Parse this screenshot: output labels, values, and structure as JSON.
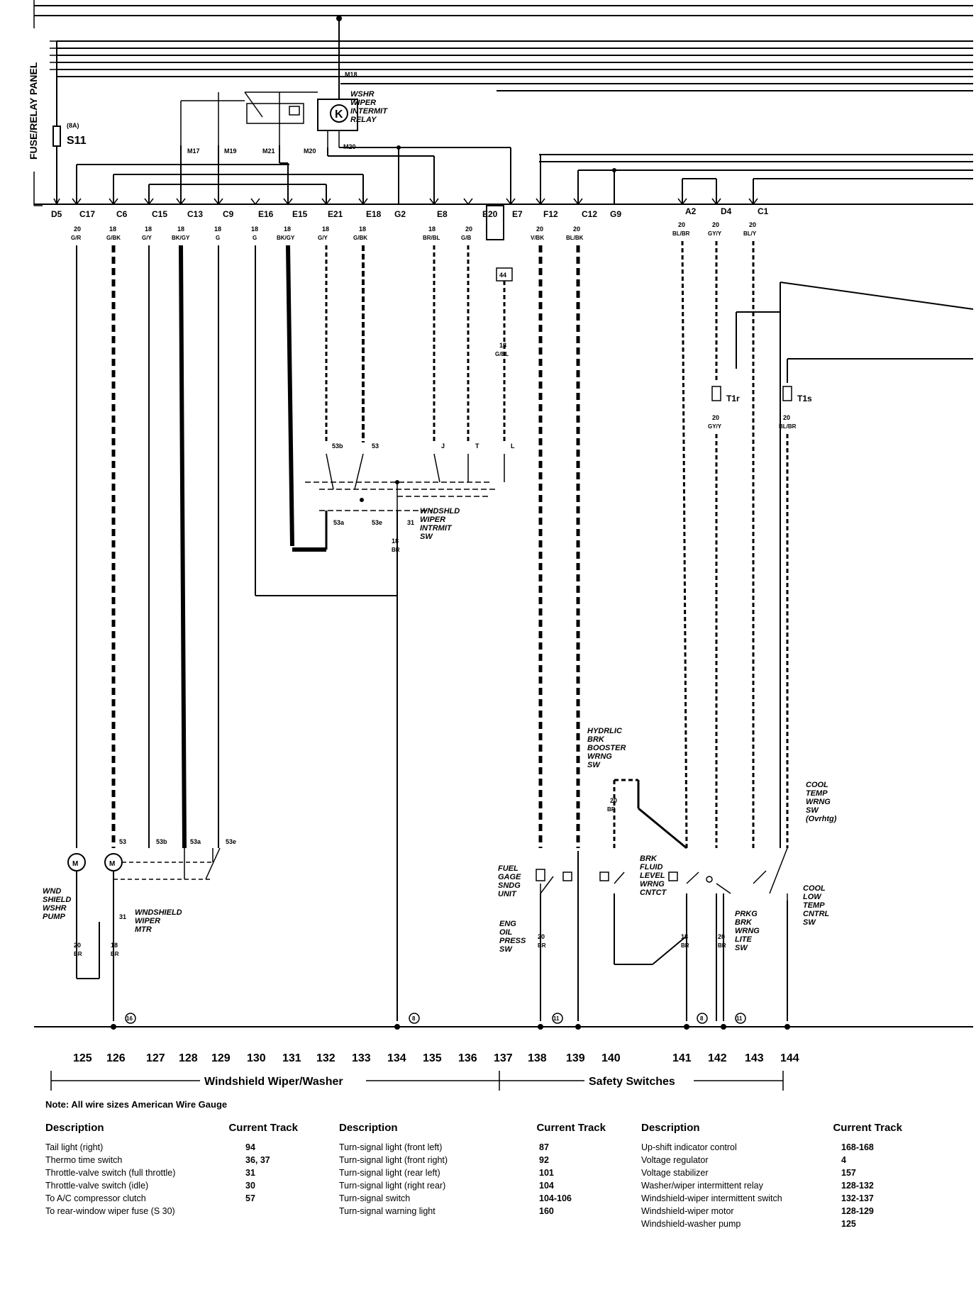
{
  "panel_label": "FUSE/RELAY PANEL",
  "fuse": {
    "rating": "(8A)",
    "name": "S11"
  },
  "relay": {
    "symbol": "K",
    "label_lines": [
      "WSHR",
      "WIPER",
      "INTERMIT",
      "RELAY"
    ],
    "pins": [
      "M18",
      "M17",
      "M19",
      "M21",
      "M20",
      "M20"
    ]
  },
  "connectors": [
    {
      "pin": "D5",
      "gauge": "20",
      "color": "G/R"
    },
    {
      "pin": "C17",
      "gauge": "",
      "color": ""
    },
    {
      "pin": "C6",
      "gauge": "18",
      "color": "G/BK"
    },
    {
      "pin": "C15",
      "gauge": "18",
      "color": "G/Y"
    },
    {
      "pin": "C13",
      "gauge": "18",
      "color": "BK/GY"
    },
    {
      "pin": "C9",
      "gauge": "18",
      "color": "G"
    },
    {
      "pin": "E16",
      "gauge": "18",
      "color": "G"
    },
    {
      "pin": "E15",
      "gauge": "18",
      "color": "BK/GY"
    },
    {
      "pin": "E21",
      "gauge": "18",
      "color": "G/Y"
    },
    {
      "pin": "E18",
      "gauge": "18",
      "color": "G/BK"
    },
    {
      "pin": "G2",
      "gauge": "",
      "color": ""
    },
    {
      "pin": "E8",
      "gauge": "18",
      "color": "BR/BL"
    },
    {
      "pin": "E20",
      "gauge": "20",
      "color": "G/B"
    },
    {
      "pin": "E7",
      "gauge": "",
      "color": ""
    },
    {
      "pin": "F12",
      "gauge": "20",
      "color": "V/BK"
    },
    {
      "pin": "C12",
      "gauge": "20",
      "color": "BL/BK"
    },
    {
      "pin": "G9",
      "gauge": "",
      "color": ""
    },
    {
      "pin": "A2",
      "gauge": "20",
      "color": "BL/BR"
    },
    {
      "pin": "D4",
      "gauge": "20",
      "color": "GY/Y"
    },
    {
      "pin": "C1",
      "gauge": "20",
      "color": "BL/Y"
    }
  ],
  "extra_wires": {
    "w44": {
      "tag": "44",
      "gauge": "18",
      "color": "G/BL"
    },
    "t1r": {
      "name": "T1r",
      "gauge": "20",
      "color": "GY/Y"
    },
    "t1s": {
      "name": "T1s",
      "gauge": "20",
      "color": "BL/BR"
    }
  },
  "switch_pins": [
    "53b",
    "53",
    "J",
    "T",
    "L",
    "53a",
    "53e",
    "31"
  ],
  "motor_pins": [
    "53",
    "53b",
    "53a",
    "53e",
    "31"
  ],
  "components": {
    "intermit_switch": [
      "WNDSHLD",
      "WIPER",
      "INTRMIT",
      "SW"
    ],
    "washer_pump": [
      "WND",
      "SHIELD",
      "WSHR",
      "PUMP"
    ],
    "wiper_motor": [
      "WNDSHIELD",
      "WIPER",
      "MTR"
    ],
    "fuel_gauge": [
      "FUEL",
      "GAGE",
      "SNDG",
      "UNIT"
    ],
    "oil_press": [
      "ENG",
      "OIL",
      "PRESS",
      "SW"
    ],
    "brake_booster": [
      "HYDRLIC",
      "BRK",
      "BOOSTER",
      "WRNG",
      "SW"
    ],
    "brake_fluid": [
      "BRK",
      "FLUID",
      "LEVEL",
      "WRNG",
      "CNTCT"
    ],
    "parking_brake": [
      "PRKG",
      "BRK",
      "WRNG",
      "LITE",
      "SW"
    ],
    "cool_temp": [
      "COOL",
      "TEMP",
      "WRNG",
      "SW",
      "(Ovrhtg)"
    ],
    "cool_low": [
      "COOL",
      "LOW",
      "TEMP",
      "CNTRL",
      "SW"
    ]
  },
  "ground_wires": [
    {
      "gauge": "20",
      "color": "BR"
    },
    {
      "gauge": "18",
      "color": "BR"
    },
    {
      "gauge": "18",
      "color": "BR"
    },
    {
      "gauge": "20",
      "color": "BR"
    },
    {
      "gauge": "20",
      "color": "BR"
    },
    {
      "gauge": "18",
      "color": "BR"
    },
    {
      "gauge": "20",
      "color": "BR"
    }
  ],
  "ground_refs": [
    "16",
    "8",
    "11",
    "8",
    "11"
  ],
  "tracks": [
    "125",
    "126",
    "127",
    "128",
    "129",
    "130",
    "131",
    "132",
    "133",
    "134",
    "135",
    "136",
    "137",
    "138",
    "139",
    "140",
    "141",
    "142",
    "143",
    "144"
  ],
  "sections": [
    "Windshield Wiper/Washer",
    "Safety Switches"
  ],
  "note": "Note: All wire sizes American Wire Gauge",
  "legend": {
    "col_desc": "Description",
    "col_track": "Current Track",
    "columns": [
      [
        {
          "desc": "Tail light (right)",
          "track": "94"
        },
        {
          "desc": "Thermo time switch",
          "track": "36, 37"
        },
        {
          "desc": "Throttle-valve switch (full throttle)",
          "track": "31"
        },
        {
          "desc": "Throttle-valve switch (idle)",
          "track": "30"
        },
        {
          "desc": "To A/C compressor clutch",
          "track": "57"
        },
        {
          "desc": "To rear-window wiper fuse (S 30)",
          "track": ""
        }
      ],
      [
        {
          "desc": "Turn-signal light (front left)",
          "track": "87"
        },
        {
          "desc": "Turn-signal light (front right)",
          "track": "92"
        },
        {
          "desc": "Turn-signal light (rear left)",
          "track": "101"
        },
        {
          "desc": "Turn-signal light (right rear)",
          "track": "104"
        },
        {
          "desc": "Turn-signal switch",
          "track": "104-106"
        },
        {
          "desc": "Turn-signal warning light",
          "track": "160"
        }
      ],
      [
        {
          "desc": "Up-shift indicator control",
          "track": "168-168"
        },
        {
          "desc": "Voltage regulator",
          "track": "4"
        },
        {
          "desc": "Voltage stabilizer",
          "track": "157"
        },
        {
          "desc": "Washer/wiper intermittent relay",
          "track": "128-132"
        },
        {
          "desc": "Windshield-wiper intermittent switch",
          "track": "132-137"
        },
        {
          "desc": "Windshield-wiper motor",
          "track": "128-129"
        },
        {
          "desc": "Windshield-washer pump",
          "track": "125"
        }
      ]
    ]
  }
}
